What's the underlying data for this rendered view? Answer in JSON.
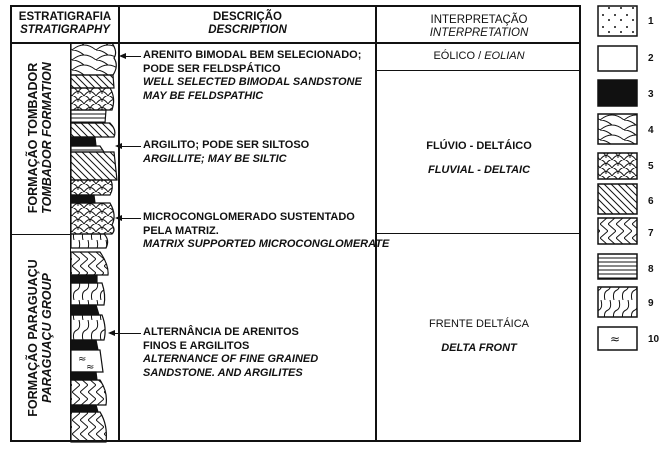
{
  "headers": {
    "stratigraphy": {
      "pt": "ESTRATIGRAFIA",
      "en": "STRATIGRAPHY"
    },
    "description": {
      "pt": "DESCRIÇÃO",
      "en": "DESCRIPTION"
    },
    "interpretation": {
      "pt": "INTERPRETAÇÃO",
      "en": "INTERPRETATION"
    }
  },
  "formations": [
    {
      "pt": "FORMAÇÃO TOMBADOR",
      "en": "TOMBADOR FORMATION"
    },
    {
      "pt": "FORMAÇÃO PARAGUAÇU",
      "en": "PARAGUAÇU GROUP"
    }
  ],
  "descriptions": [
    {
      "pt": [
        "ARENITO BIMODAL BEM SELECIONADO;",
        "PODE SER FELDSPÁTICO"
      ],
      "en": [
        "WELL SELECTED BIMODAL SANDSTONE",
        "MAY BE FELDSPATHIC"
      ]
    },
    {
      "pt": [
        "ARGILITO; PODE SER SILTOSO"
      ],
      "en": [
        "ARGILLITE; MAY BE SILTIC"
      ]
    },
    {
      "pt": [
        "MICROCONGLOMERADO SUSTENTADO",
        "PELA MATRIZ."
      ],
      "en": [
        "MATRIX SUPPORTED MICROCONGLOMERATE"
      ]
    },
    {
      "pt": [
        "ALTERNÂNCIA DE ARENITOS",
        "FINOS E ARGILITOS"
      ],
      "en": [
        "ALTERNANCE OF FINE GRAINED",
        "SANDSTONE. AND ARGILITES"
      ]
    }
  ],
  "interpretations": [
    {
      "pt": "EÓLICO",
      "sep": " / ",
      "en": "EOLIAN"
    },
    {
      "pt": "FLÚVIO - DELTÁICO",
      "en": "FLUVIAL - DELTAIC"
    },
    {
      "pt": "FRENTE DELTÁICA",
      "en": "DELTA FRONT"
    }
  ],
  "legend": [
    "1",
    "2",
    "3",
    "4",
    "5",
    "6",
    "7",
    "8",
    "9",
    "10"
  ]
}
